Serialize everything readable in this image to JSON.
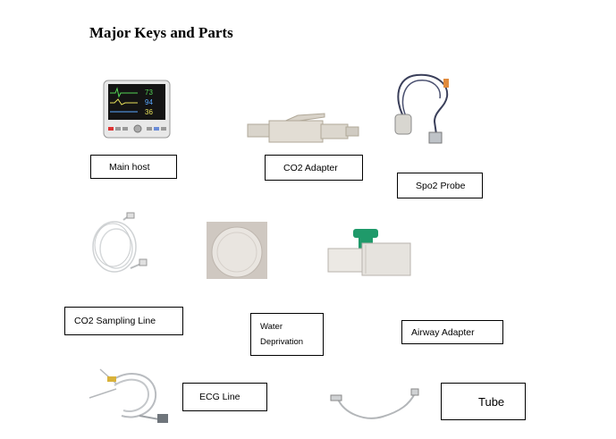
{
  "title": "Major Keys and Parts",
  "parts": {
    "main_host": "Main host",
    "co2_adapter": "CO2 Adapter",
    "spo2_probe": "Spo2 Probe",
    "co2_sampling_line": "CO2 Sampling Line",
    "water_deprivation_1": "Water",
    "water_deprivation_2": "Deprivation",
    "airway_adapter": "Airway Adapter",
    "ecg_line": "ECG Line",
    "tube": "Tube"
  },
  "monitor_readings": [
    "73",
    "94",
    "36"
  ]
}
